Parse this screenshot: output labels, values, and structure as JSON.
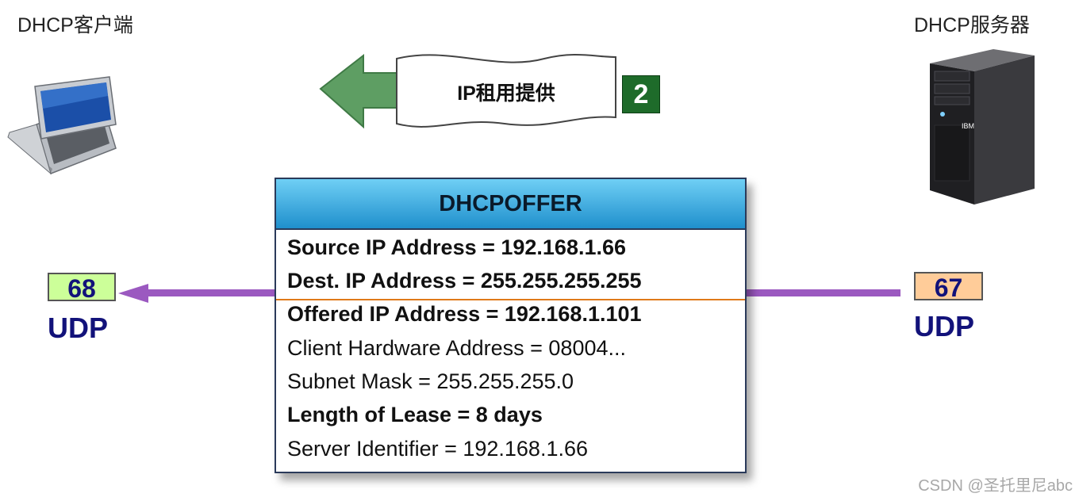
{
  "client": {
    "label": "DHCP客户端",
    "port": "68",
    "protocol": "UDP"
  },
  "server": {
    "label": "DHCP服务器",
    "port": "67",
    "protocol": "UDP"
  },
  "message": {
    "label": "IP租用提供",
    "step": "2"
  },
  "packet": {
    "title": "DHCPOFFER",
    "fields": [
      {
        "text": "Source IP Address = 192.168.1.66",
        "bold": true
      },
      {
        "text": "Dest. IP Address = 255.255.255.255",
        "bold": true
      },
      {
        "text": "Offered IP Address = 192.168.1.101",
        "bold": true
      },
      {
        "text": "Client Hardware Address = 08004...",
        "bold": false
      },
      {
        "text": "Subnet Mask = 255.255.255.0",
        "bold": false
      },
      {
        "text": "Length of Lease = 8 days",
        "bold": true
      },
      {
        "text": "Server Identifier = 192.168.1.66",
        "bold": false
      }
    ]
  },
  "server_brand": "IBM",
  "watermark": "CSDN @圣托里尼abc",
  "colors": {
    "arrow_green": "#5e9e63",
    "flow_line": "#9b59c0",
    "client_port_bg": "#ccff99",
    "server_port_bg": "#ffcc99",
    "divider": "#e07a1a"
  }
}
